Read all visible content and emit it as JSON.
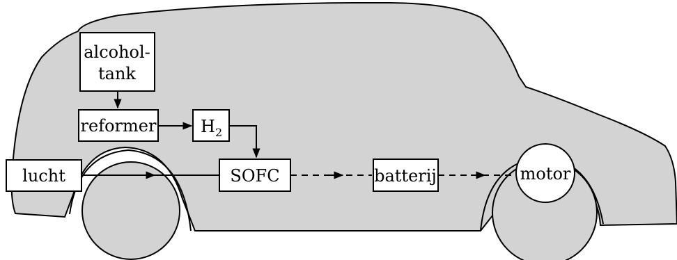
{
  "colors": {
    "car_body": "#d3d3d3",
    "wheel": "#d3d3d3",
    "outline": "#000000",
    "box_fill": "#ffffff"
  },
  "nodes": {
    "alcohol_tank": {
      "line1": "alcohol-",
      "line2": "tank"
    },
    "reformer": {
      "label": "reformer"
    },
    "h2": {
      "label": "H",
      "subscript": "2"
    },
    "lucht": {
      "label": "lucht"
    },
    "sofc": {
      "label": "SOFC"
    },
    "batterij": {
      "label": "batterij"
    },
    "motor": {
      "label": "motor"
    }
  },
  "connections": [
    {
      "from": "alcohol_tank",
      "to": "reformer",
      "style": "solid"
    },
    {
      "from": "reformer",
      "to": "h2",
      "style": "solid"
    },
    {
      "from": "h2",
      "to": "sofc",
      "style": "solid"
    },
    {
      "from": "lucht",
      "to": "sofc",
      "style": "solid"
    },
    {
      "from": "sofc",
      "to": "batterij",
      "style": "dashed"
    },
    {
      "from": "batterij",
      "to": "motor",
      "style": "dashed"
    }
  ]
}
